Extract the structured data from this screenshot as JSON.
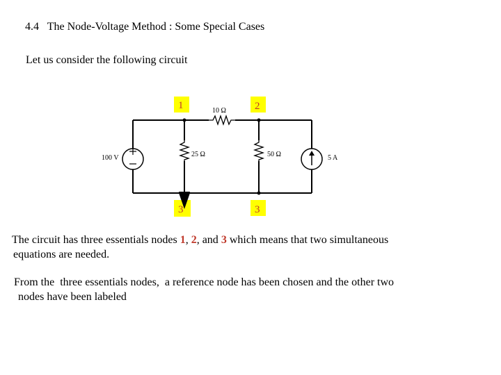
{
  "heading": {
    "number": "4.4",
    "title": "The Node-Voltage Method : Some Special Cases"
  },
  "intro": "Let us consider the following circuit",
  "circuit": {
    "nodes": {
      "n1": "1",
      "n2": "2",
      "n3_left": "3",
      "n3_right": "3"
    },
    "components": {
      "voltage_source": "100 V",
      "r_series": "10 Ω",
      "r_left": "25 Ω",
      "r_right": "50 Ω",
      "current_source": "5 A"
    },
    "colors": {
      "node_tag": "#ffff00",
      "node_number": "#c0392b"
    }
  },
  "paragraph1": {
    "line1_a": "The circuit has three essentials nodes",
    "n1": "1",
    "sep1": ",",
    "n2": "2",
    "sep2": ", and",
    "n3": "3",
    "line1_b": "which means that two simultaneous",
    "line2": "equations are needed."
  },
  "paragraph2": {
    "line1": "From the  three essentials nodes,  a reference node has been chosen and the other two",
    "line2": "nodes have been labeled"
  }
}
